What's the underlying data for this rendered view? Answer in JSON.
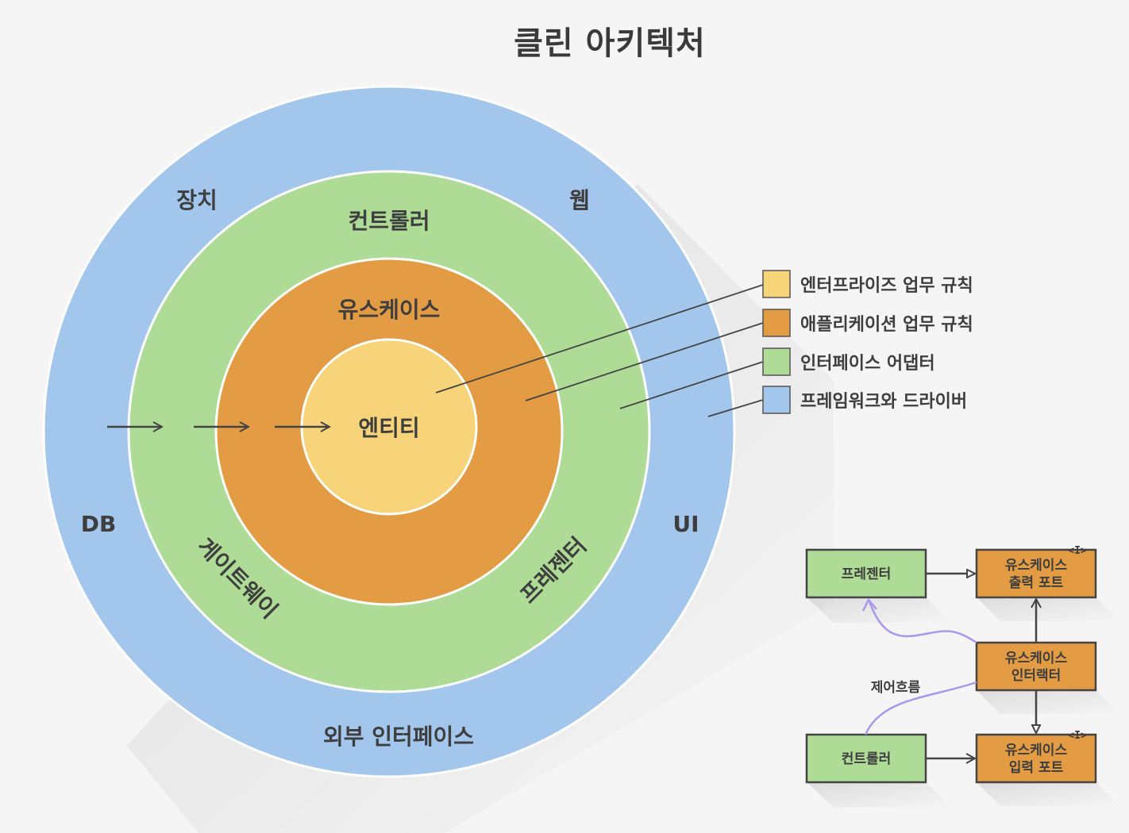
{
  "title": "클린 아키텍처",
  "colors": {
    "background": "#f5f5f5",
    "frameworks": "#a3c6ec",
    "interface_adapters": "#aedc96",
    "use_cases": "#e39c43",
    "entities": "#f7d47a",
    "stroke": "#555555",
    "flow": "#b0a0ec"
  },
  "rings": {
    "outer": {
      "labels": {
        "device": "장치",
        "web": "웹",
        "db": "DB",
        "ui": "UI",
        "external_interfaces": "외부 인터페이스"
      }
    },
    "adapters": {
      "labels": {
        "controller": "컨트롤러",
        "gateway": "게이트웨이",
        "presenter": "프레젠터"
      }
    },
    "usecases": {
      "label": "유스케이스"
    },
    "entities": {
      "label": "엔티티"
    }
  },
  "legend": [
    {
      "label": "엔터프라이즈 업무 규칙",
      "color": "#f7d47a"
    },
    {
      "label": "애플리케이션 업무 규칙",
      "color": "#e39c43"
    },
    {
      "label": "인터페이스 어댑터",
      "color": "#aedc96"
    },
    {
      "label": "프레임워크와 드라이버",
      "color": "#a3c6ec"
    }
  ],
  "flow_diagram": {
    "presenter": "프레젠터",
    "controller": "컨트롤러",
    "output_port": [
      "유스케이스",
      "출력 포트"
    ],
    "interactor": [
      "유스케이스",
      "인터랙터"
    ],
    "input_port": [
      "유스케이스",
      "입력 포트"
    ],
    "interface_tag": "<I>",
    "control_flow_label": "제어흐름"
  }
}
